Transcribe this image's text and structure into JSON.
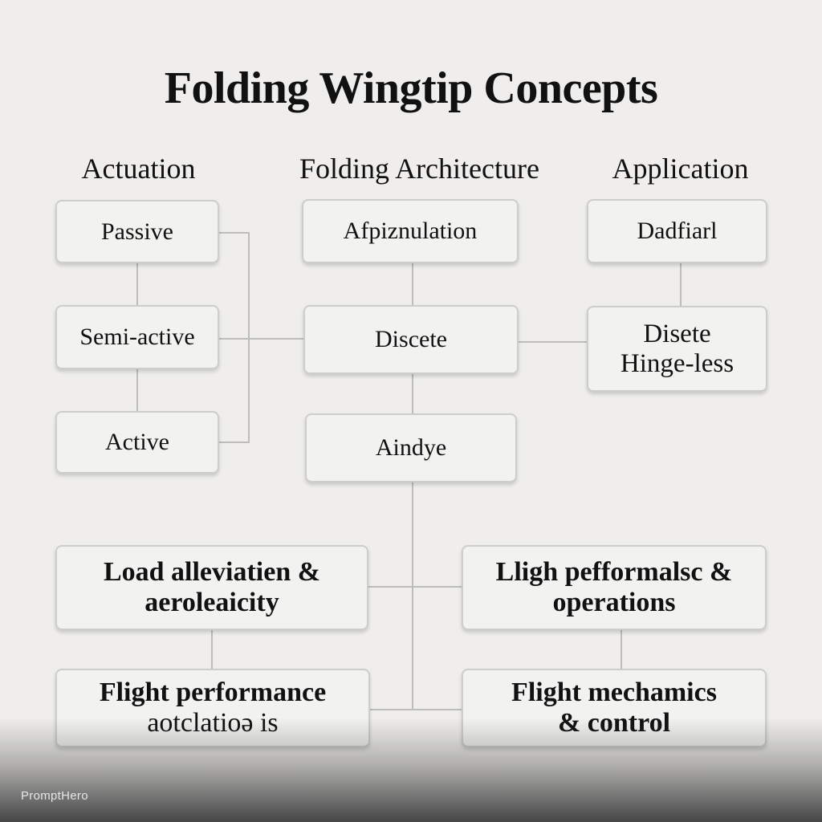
{
  "title": "Folding Wingtip Concepts",
  "columns": {
    "actuation": "Actuation",
    "architecture": "Folding Architecture",
    "application": "Application"
  },
  "actuation": [
    "Passive",
    "Semi-active",
    "Active"
  ],
  "architecture": [
    "Afpiznulation",
    "Discete",
    "Aindye"
  ],
  "application": {
    "item1": "Dadfiarl",
    "item2_line1": "Disete",
    "item2_line2": "Hinge-less"
  },
  "bottom": {
    "left_top_line1": "Load alleviatien &",
    "left_top_line2": "aeroleaicity",
    "right_top_line1": "Lligh pefformalsc &",
    "right_top_line2": "operations",
    "left_bottom_line1": "Flight performance",
    "left_bottom_line2": "aotclatioə is",
    "right_bottom_line1": "Flight mechamics",
    "right_bottom_line2": "& control"
  },
  "watermark": "PromptHero",
  "colors": {
    "background": "#efeeec",
    "box": "#f2f2f0",
    "border": "#cdcdcb",
    "connector": "#bdbdbb"
  }
}
